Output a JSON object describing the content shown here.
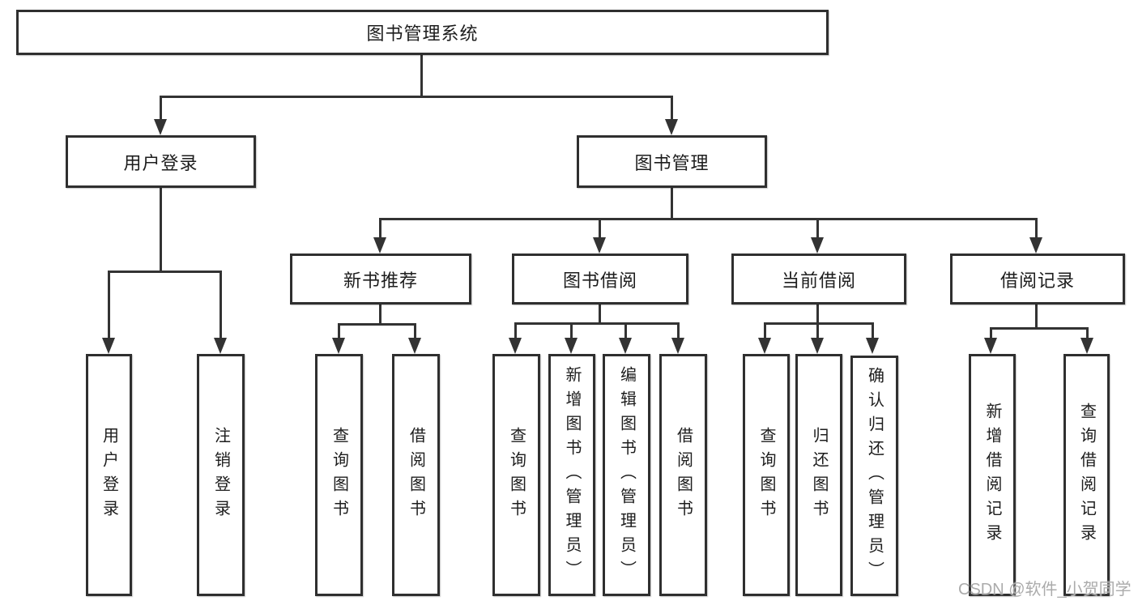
{
  "diagram": {
    "root": {
      "label": "图书管理系统"
    },
    "branches": [
      {
        "label": "用户登录"
      },
      {
        "label": "图书管理"
      }
    ],
    "modules": [
      {
        "label": "新书推荐"
      },
      {
        "label": "图书借阅"
      },
      {
        "label": "当前借阅"
      },
      {
        "label": "借阅记录"
      }
    ],
    "leaves": [
      {
        "label": "用户登录",
        "parent": "用户登录"
      },
      {
        "label": "注销登录",
        "parent": "用户登录"
      },
      {
        "label": "查询图书",
        "parent": "新书推荐"
      },
      {
        "label": "借阅图书",
        "parent": "新书推荐"
      },
      {
        "label": "查询图书",
        "parent": "图书借阅"
      },
      {
        "label": "新增图书（管理员）",
        "parent": "图书借阅"
      },
      {
        "label": "编辑图书（管理员）",
        "parent": "图书借阅"
      },
      {
        "label": "借阅图书",
        "parent": "图书借阅"
      },
      {
        "label": "查询图书",
        "parent": "当前借阅"
      },
      {
        "label": "归还图书",
        "parent": "当前借阅"
      },
      {
        "label": "确认归还（管理员）",
        "parent": "当前借阅"
      },
      {
        "label": "新增借阅记录",
        "parent": "借阅记录"
      },
      {
        "label": "查询借阅记录",
        "parent": "借阅记录"
      }
    ]
  },
  "watermark": {
    "text": "CSDN @软件_小贺同学"
  },
  "colors": {
    "line": "#333333",
    "box_border": "#2f2f2f",
    "text": "#1d1d1d",
    "background": "#ffffff",
    "watermark": "#ababab"
  }
}
